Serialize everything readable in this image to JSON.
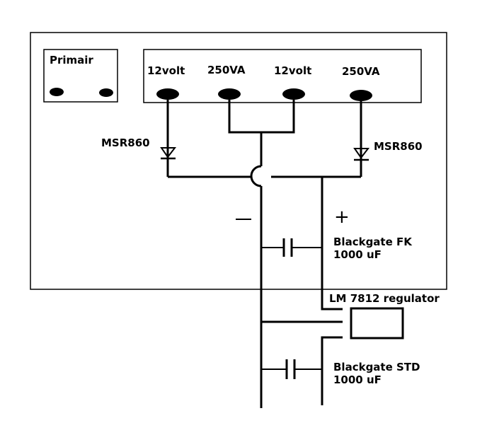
{
  "primary": {
    "label": "Primair"
  },
  "secondary": {
    "taps": [
      "12volt",
      "250VA",
      "12volt",
      "250VA"
    ]
  },
  "diodes": {
    "left": "MSR860",
    "right": "MSR860"
  },
  "polarity": {
    "minus": "−",
    "plus": "+"
  },
  "cap1": {
    "line1": "Blackgate FK",
    "line2": "1000 uF"
  },
  "regulator": {
    "label": "LM 7812 regulator"
  },
  "cap2": {
    "line1": "Blackgate STD",
    "line2": "1000 uF"
  }
}
